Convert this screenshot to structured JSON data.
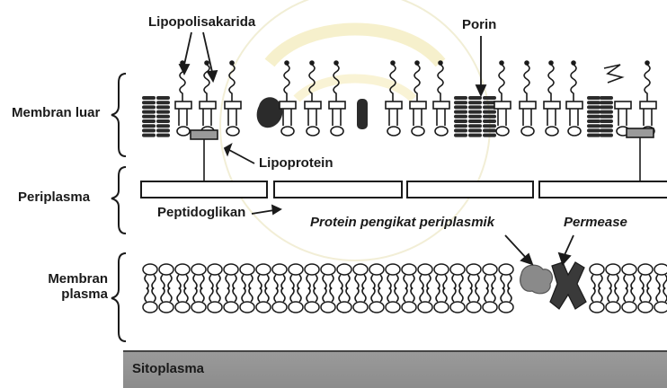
{
  "labels": {
    "lipopolisakarida": "Lipopolisakarida",
    "porin": "Porin",
    "membran_luar": "Membran luar",
    "lipoprotein": "Lipoprotein",
    "periplasma": "Periplasma",
    "peptidoglikan": "Peptidoglikan",
    "protein_pengikat": "Protein pengikat periplasmik",
    "permease": "Permease",
    "membran_plasma_line1": "Membran",
    "membran_plasma_line2": "plasma",
    "sitoplasma": "Sitoplasma"
  },
  "colors": {
    "ink": "#1a1a1a",
    "cytoplasm": "#8f8f8f",
    "porin_fill": "#333333",
    "binding_protein": "#8a8a8a",
    "permease": "#3a3a3a",
    "watermark": "#f2e6a0"
  }
}
